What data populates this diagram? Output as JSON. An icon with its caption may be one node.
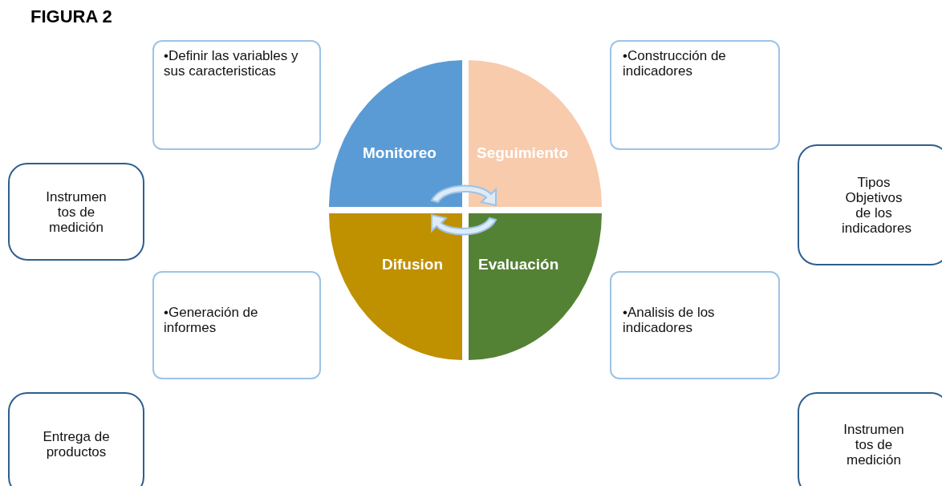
{
  "diagram": {
    "title": "FIGURA 2",
    "nodes": [
      {
        "text": [
          "•Definir las variables y sus caracteristicas"
        ]
      },
      {
        "text": [
          "•Construcción de indicadores"
        ]
      },
      {
        "text": [
          "Monitoreo"
        ]
      },
      {
        "text": [
          "Seguimiento"
        ]
      },
      {
        "text": [
          "Instrumen tos de medición"
        ]
      },
      {
        "text": [
          "Tipos Objetivos de los indicadores"
        ]
      },
      {
        "text": [
          "Difusion"
        ]
      },
      {
        "text": [
          "Evaluación"
        ]
      },
      {
        "text": [
          "•Generación de informes"
        ]
      },
      {
        "text": [
          "•Analisis de los indicadores"
        ]
      },
      {
        "text": [
          "Entrega de productos"
        ]
      },
      {
        "text": [
          "Instrumen tos de medición"
        ]
      }
    ]
  }
}
